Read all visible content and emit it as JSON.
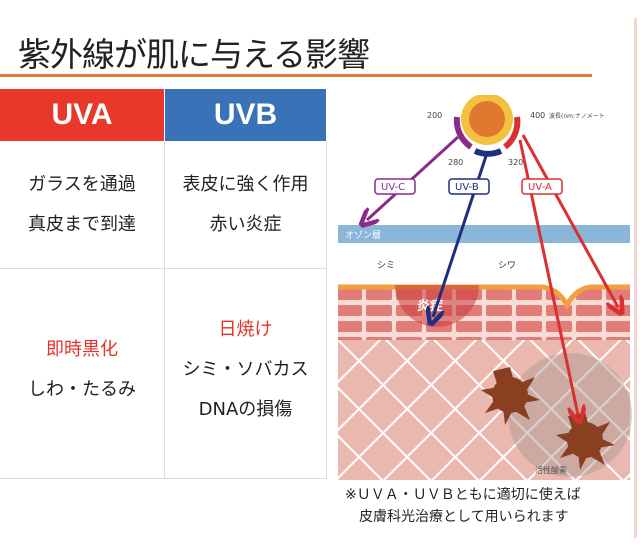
{
  "title": "紫外線が肌に与える影響",
  "table": {
    "headers": [
      {
        "label": "UVA",
        "color": "#e8382a"
      },
      {
        "label": "UVB",
        "color": "#3a72b8"
      }
    ],
    "rows": [
      [
        [
          "ガラスを通過",
          "真皮まで到達"
        ],
        [
          "表皮に強く作用",
          "赤い炎症"
        ]
      ],
      [
        [
          "即時黒化",
          "しわ・たるみ"
        ],
        [
          "日焼け",
          "シミ・ソバカス",
          "DNAの損傷"
        ]
      ]
    ]
  },
  "diagram": {
    "wavelength_labels": [
      "200",
      "280",
      "320",
      "400"
    ],
    "wavelength_unit": "波長(nm:ナノメート",
    "bands": [
      "UV-C",
      "UV-B",
      "UV-A"
    ],
    "ozone": "オゾン層",
    "spot": "シミ",
    "wrinkle": "シワ",
    "inflammation": "炎症",
    "radicals": "活性酸素"
  },
  "note": [
    "※ＵＶＡ・ＵＶＢともに適切に使えば",
    "皮膚科光治療として用いられます"
  ]
}
